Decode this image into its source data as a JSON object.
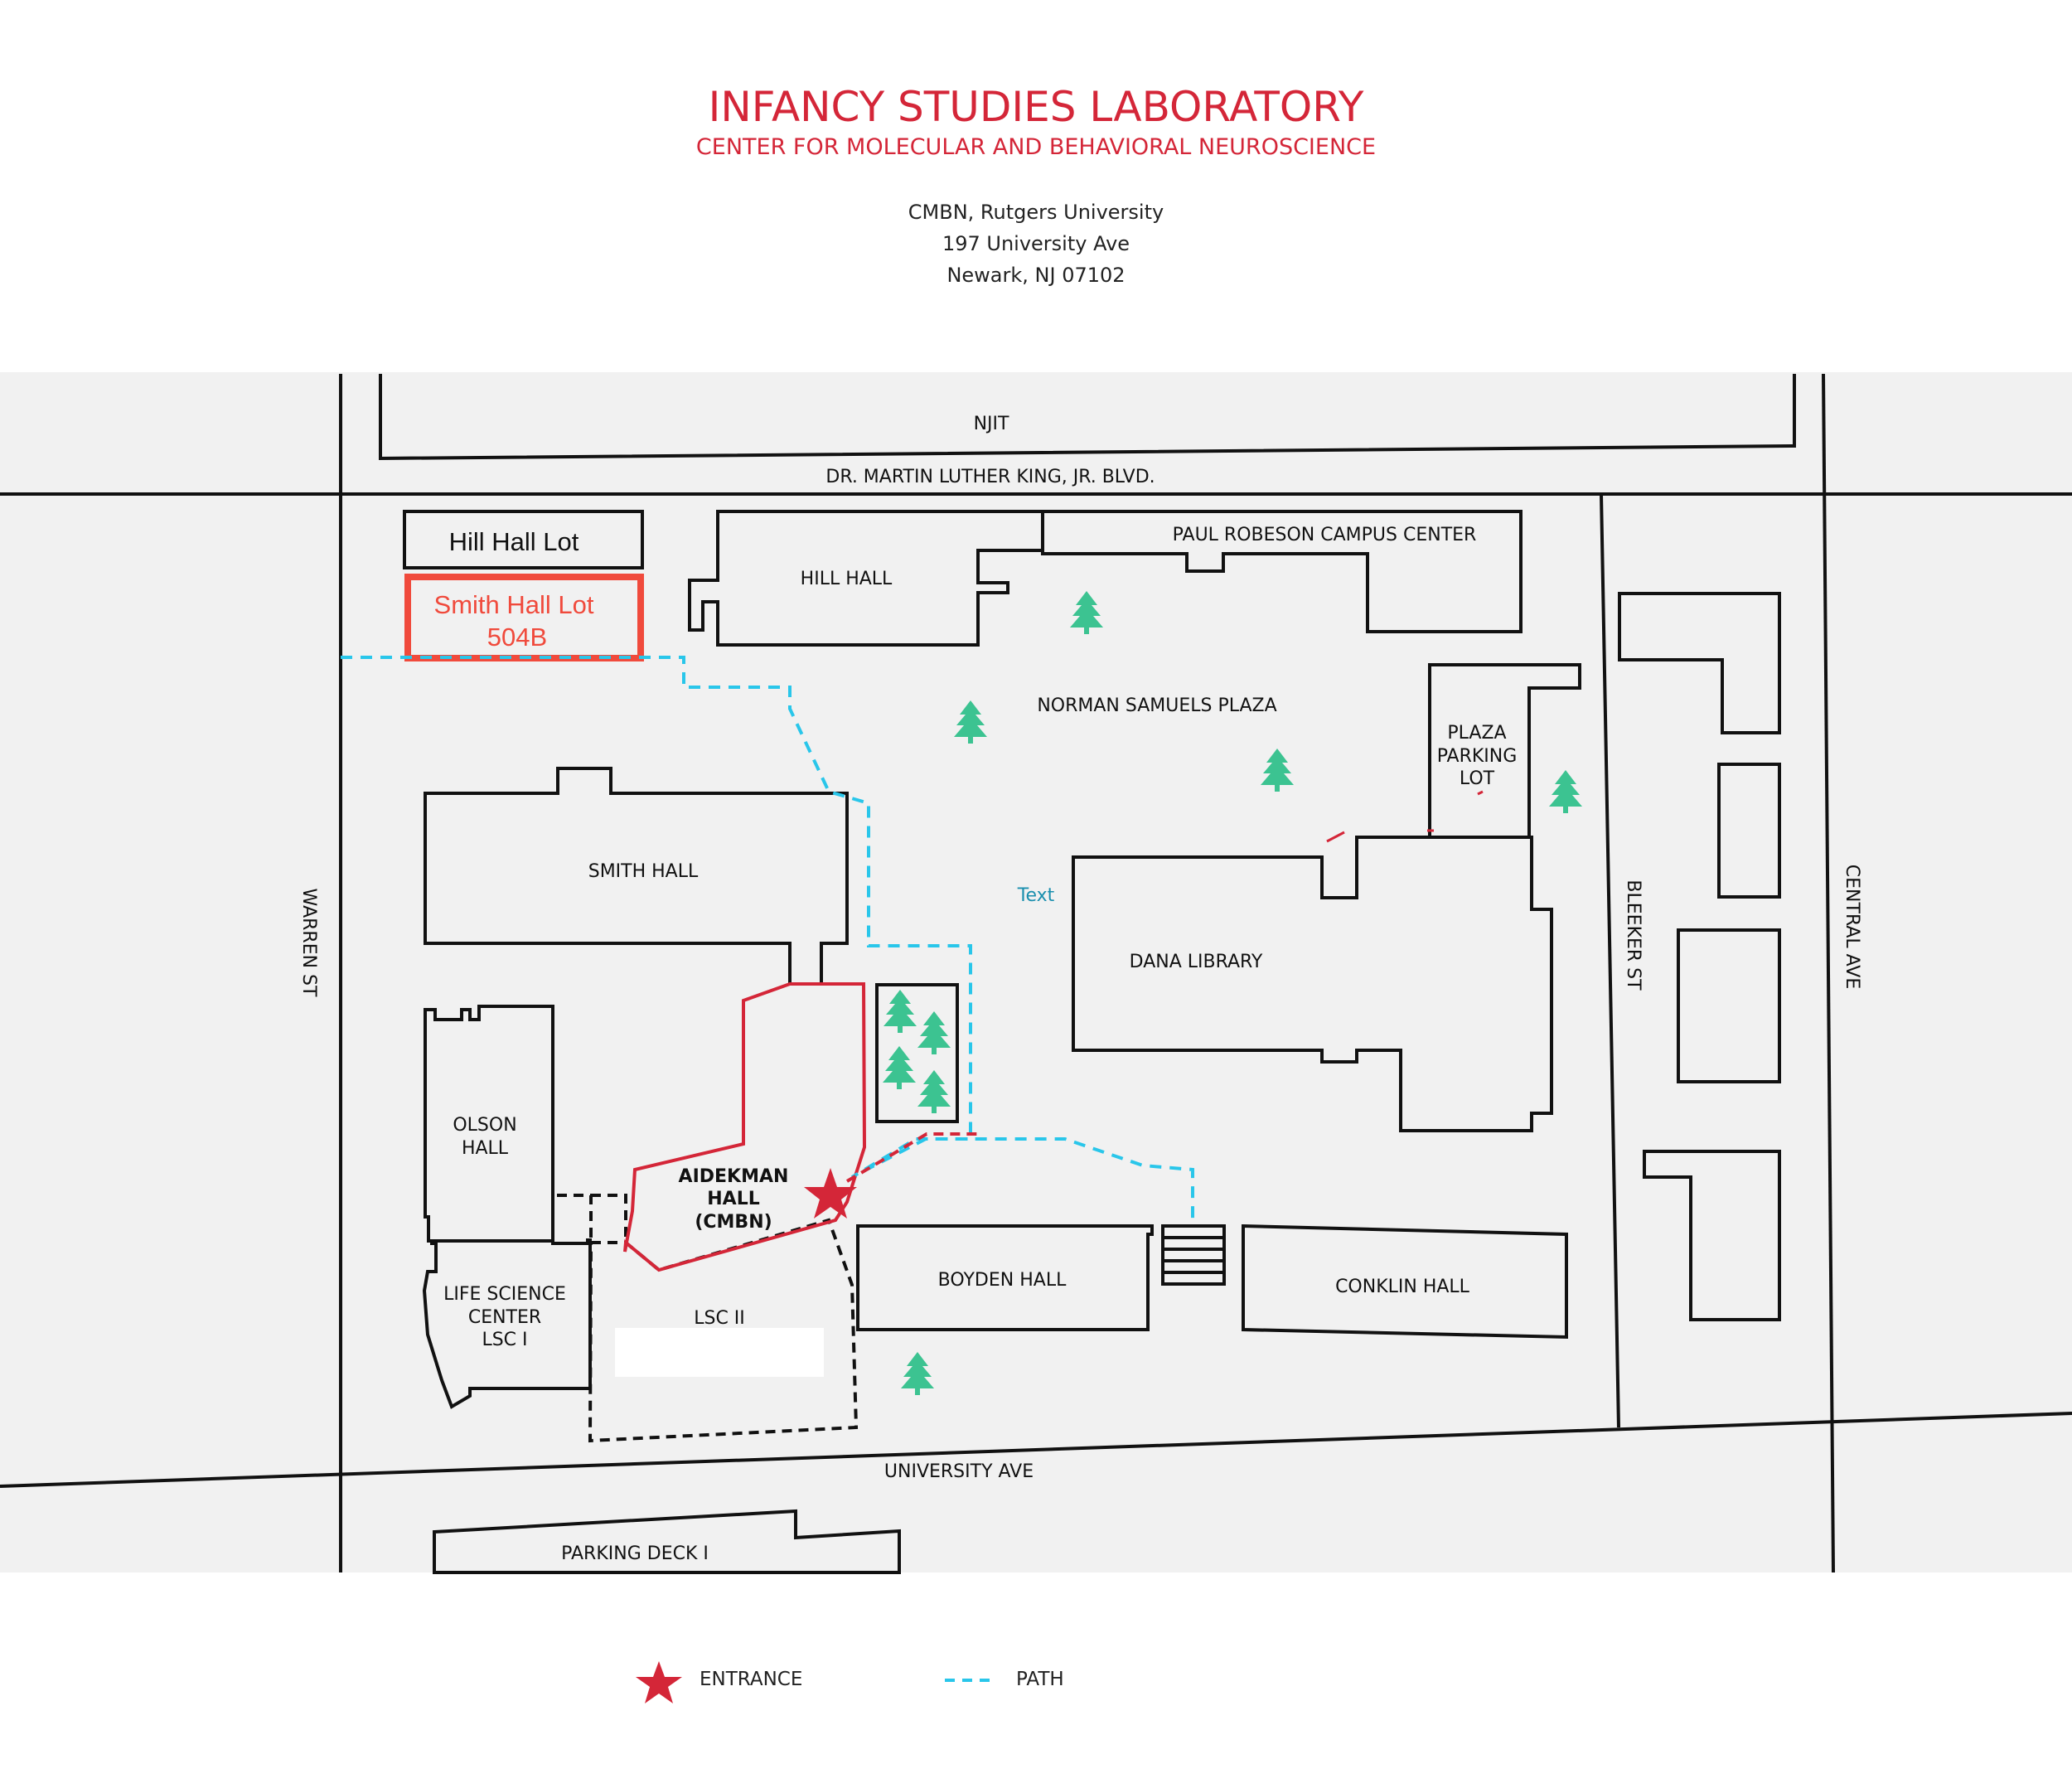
{
  "header": {
    "title": "INFANCY STUDIES LABORATORY",
    "subtitle": "CENTER FOR MOLECULAR AND BEHAVIORAL NEUROSCIENCE",
    "address_line1": "CMBN, Rutgers University",
    "address_line2": "197 University Ave",
    "address_line3": "Newark, NJ 07102"
  },
  "streets": {
    "mlk": "DR. MARTIN LUTHER KING, JR. BLVD.",
    "warren": "WARREN ST",
    "bleeker": "BLEEKER ST",
    "central": "CENTRAL AVE",
    "university": "UNIVERSITY AVE"
  },
  "places": {
    "njit": "NJIT",
    "hill_hall_lot": "Hill Hall Lot",
    "smith_hall_lot_1": "Smith Hall Lot",
    "smith_hall_lot_2": "504B",
    "hill_hall": "HILL HALL",
    "paul_robeson": "PAUL ROBESON CAMPUS CENTER",
    "norman_samuels": "NORMAN SAMUELS PLAZA",
    "plaza_lot_1": "PLAZA",
    "plaza_lot_2": "PARKING",
    "plaza_lot_3": "LOT",
    "smith_hall": "SMITH HALL",
    "text_label": "Text",
    "dana_library": "DANA LIBRARY",
    "olson_1": "OLSON",
    "olson_2": "HALL",
    "aidekman_1": "AIDEKMAN",
    "aidekman_2": "HALL",
    "aidekman_3": "(CMBN)",
    "lsc_1": "LIFE SCIENCE",
    "lsc_2": "CENTER",
    "lsc_3": "LSC I",
    "lsc2": "LSC II",
    "boyden": "BOYDEN HALL",
    "conklin": "CONKLIN HALL",
    "parking_deck": "PARKING DECK I"
  },
  "legend": {
    "entrance": "ENTRANCE",
    "path": "PATH"
  },
  "colors": {
    "brand_red": "#d42638",
    "lot_red": "#f04a3c",
    "path_cyan": "#29c6ea",
    "tree_green": "#3cc391",
    "map_bg": "#f1f1f1",
    "text_teal": "#1a8fae"
  },
  "icons": {
    "entrance": "star-icon",
    "tree": "tree-icon"
  }
}
